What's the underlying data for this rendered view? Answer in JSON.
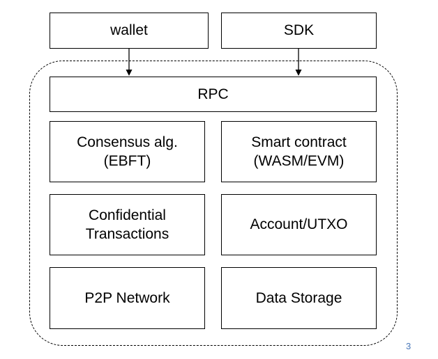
{
  "top_row": {
    "wallet": "wallet",
    "sdk": "SDK"
  },
  "rpc": "RPC",
  "modules": {
    "consensus": "Consensus alg.\n(EBFT)",
    "smart_contract": "Smart contract\n(WASM/EVM)",
    "confidential": "Confidential\nTransactions",
    "account": "Account/UTXO",
    "p2p": "P2P Network",
    "storage": "Data Storage"
  },
  "page_number": "3",
  "colors": {
    "line": "#000000",
    "page_number": "#4a78b8",
    "background": "#ffffff"
  }
}
